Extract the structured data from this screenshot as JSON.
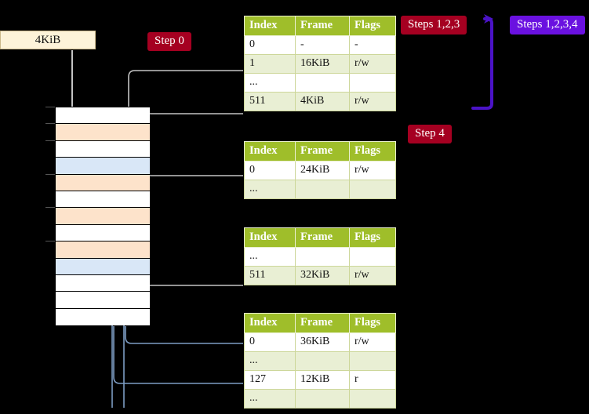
{
  "diagram": {
    "title_labels": {
      "step0": "Step 0",
      "steps123": "Steps 1,2,3",
      "steps1234": "Steps 1,2,3,4",
      "step4": "Step 4"
    },
    "colors": {
      "badge_red": "#a50021",
      "badge_blue": "#6a11e0",
      "table_header": "#9fbe2a",
      "table_alt_row": "#e9efd4",
      "highlight_row": "#ffffaa",
      "frame_box": "#fdf3d9",
      "mem_peach": "#fde3cb",
      "mem_blue": "#d9e7f7",
      "wire_gray": "#bdbdbd",
      "wire_blue": "#7d9dc4"
    },
    "frame_box": {
      "label": "4KiB"
    },
    "columns": [
      "Index",
      "Frame",
      "Flags"
    ],
    "tables": [
      {
        "name": "pml4-table",
        "rows": [
          {
            "index": "0",
            "frame": "-",
            "flags": "-",
            "highlight": false
          },
          {
            "index": "1",
            "frame": "16KiB",
            "flags": "r/w",
            "highlight": false
          },
          {
            "index": "...",
            "frame": "",
            "flags": "",
            "highlight": false
          },
          {
            "index": "511",
            "frame": "4KiB",
            "flags": "r/w",
            "highlight": true
          }
        ]
      },
      {
        "name": "pdp-table",
        "rows": [
          {
            "index": "0",
            "frame": "24KiB",
            "flags": "r/w",
            "highlight": false
          },
          {
            "index": "...",
            "frame": "",
            "flags": "",
            "highlight": false
          }
        ]
      },
      {
        "name": "pd-table",
        "rows": [
          {
            "index": "...",
            "frame": "",
            "flags": "",
            "highlight": false
          },
          {
            "index": "511",
            "frame": "32KiB",
            "flags": "r/w",
            "highlight": false
          }
        ]
      },
      {
        "name": "pt-table",
        "rows": [
          {
            "index": "0",
            "frame": "36KiB",
            "flags": "r/w",
            "highlight": false
          },
          {
            "index": "...",
            "frame": "",
            "flags": "",
            "highlight": false
          },
          {
            "index": "127",
            "frame": "12KiB",
            "flags": "r",
            "highlight": false
          },
          {
            "index": "...",
            "frame": "",
            "flags": "",
            "highlight": false
          }
        ]
      }
    ],
    "memory_column": {
      "name": "physical-memory-column",
      "rows": [
        {
          "fill": "white"
        },
        {
          "fill": "peach"
        },
        {
          "fill": "white"
        },
        {
          "fill": "blue"
        },
        {
          "fill": "peach"
        },
        {
          "fill": "white"
        },
        {
          "fill": "peach"
        },
        {
          "fill": "white"
        },
        {
          "fill": "peach"
        },
        {
          "fill": "blue"
        },
        {
          "fill": "white"
        },
        {
          "fill": "white"
        },
        {
          "fill": "white"
        }
      ]
    }
  }
}
